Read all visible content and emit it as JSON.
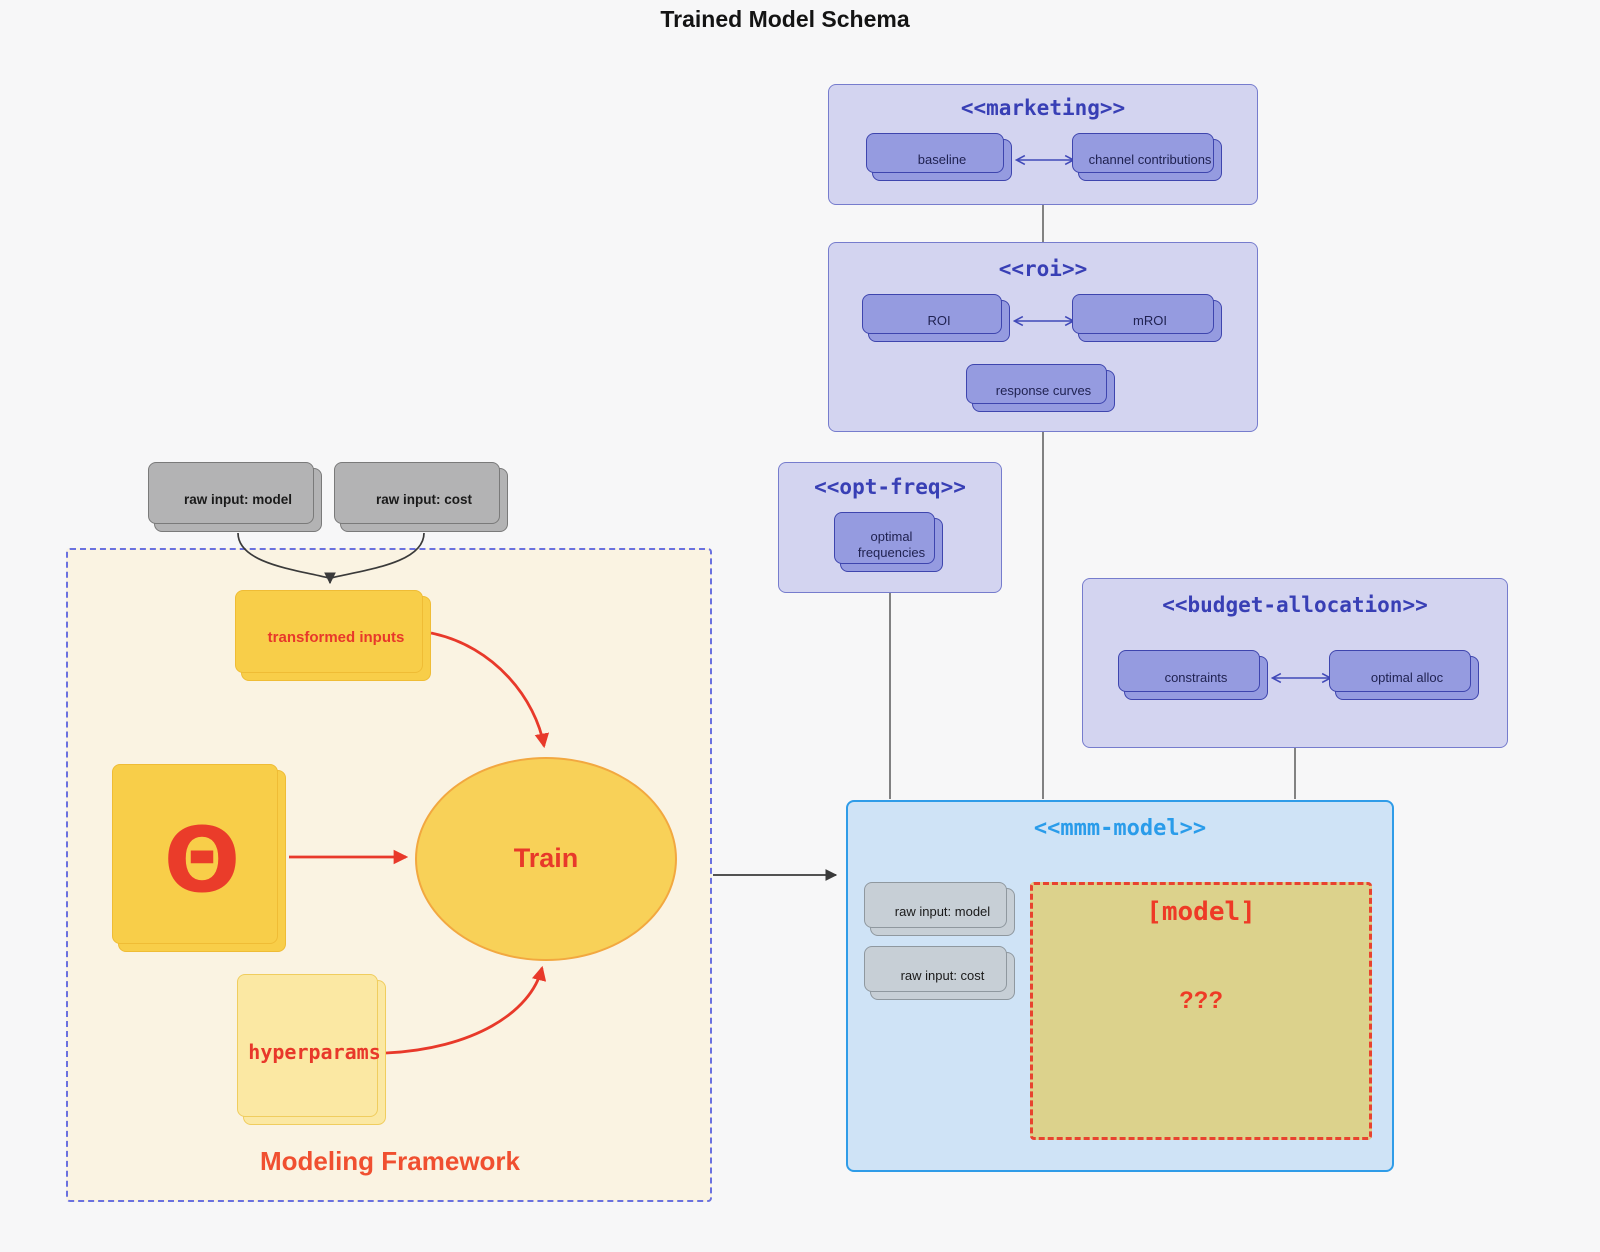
{
  "title": "Trained Model Schema",
  "marketing": {
    "stereotype": "<<marketing>>",
    "baseline": "baseline",
    "channel": "channel contributions"
  },
  "roi": {
    "stereotype": "<<roi>>",
    "roi": "ROI",
    "mroi": "mROI",
    "response": "response curves"
  },
  "opt_freq": {
    "stereotype": "<<opt-freq>>",
    "optimal": "optimal frequencies"
  },
  "budget": {
    "stereotype": "<<budget-allocation>>",
    "constraints": "constraints",
    "alloc": "optimal alloc"
  },
  "mmm": {
    "stereotype": "<<mmm-model>>",
    "raw_model": "raw input: model",
    "raw_cost": "raw input: cost",
    "model": "[model]",
    "unknown": "???"
  },
  "inputs": {
    "raw_model": "raw input: model",
    "raw_cost": "raw input: cost"
  },
  "framework": {
    "label": "Modeling Framework",
    "transformed": "transformed inputs",
    "theta": "Θ",
    "train": "Train",
    "hyperparams": "hyperparams"
  },
  "colors": {
    "page_background": "#f7f7f8",
    "group_fill": "#d3d4f0",
    "group_border": "#767ccd",
    "node_purple": "#959be0",
    "purple_stroke": "#3e45ae",
    "stereotype_text": "#383fb5",
    "mmm_fill": "#cfe3f6",
    "mmm_border": "#2f9ce8",
    "mmm_title": "#2a9cea",
    "framework_fill": "#faf3e2",
    "framework_border": "#6a71e0",
    "gold": "#f8ce49",
    "pale_yellow": "#fbe8a3",
    "khaki": "#dcd28c",
    "red_accent": "#e8392a",
    "gray_node": "#b3b3b4",
    "edge_dark": "#3a3a3a"
  }
}
